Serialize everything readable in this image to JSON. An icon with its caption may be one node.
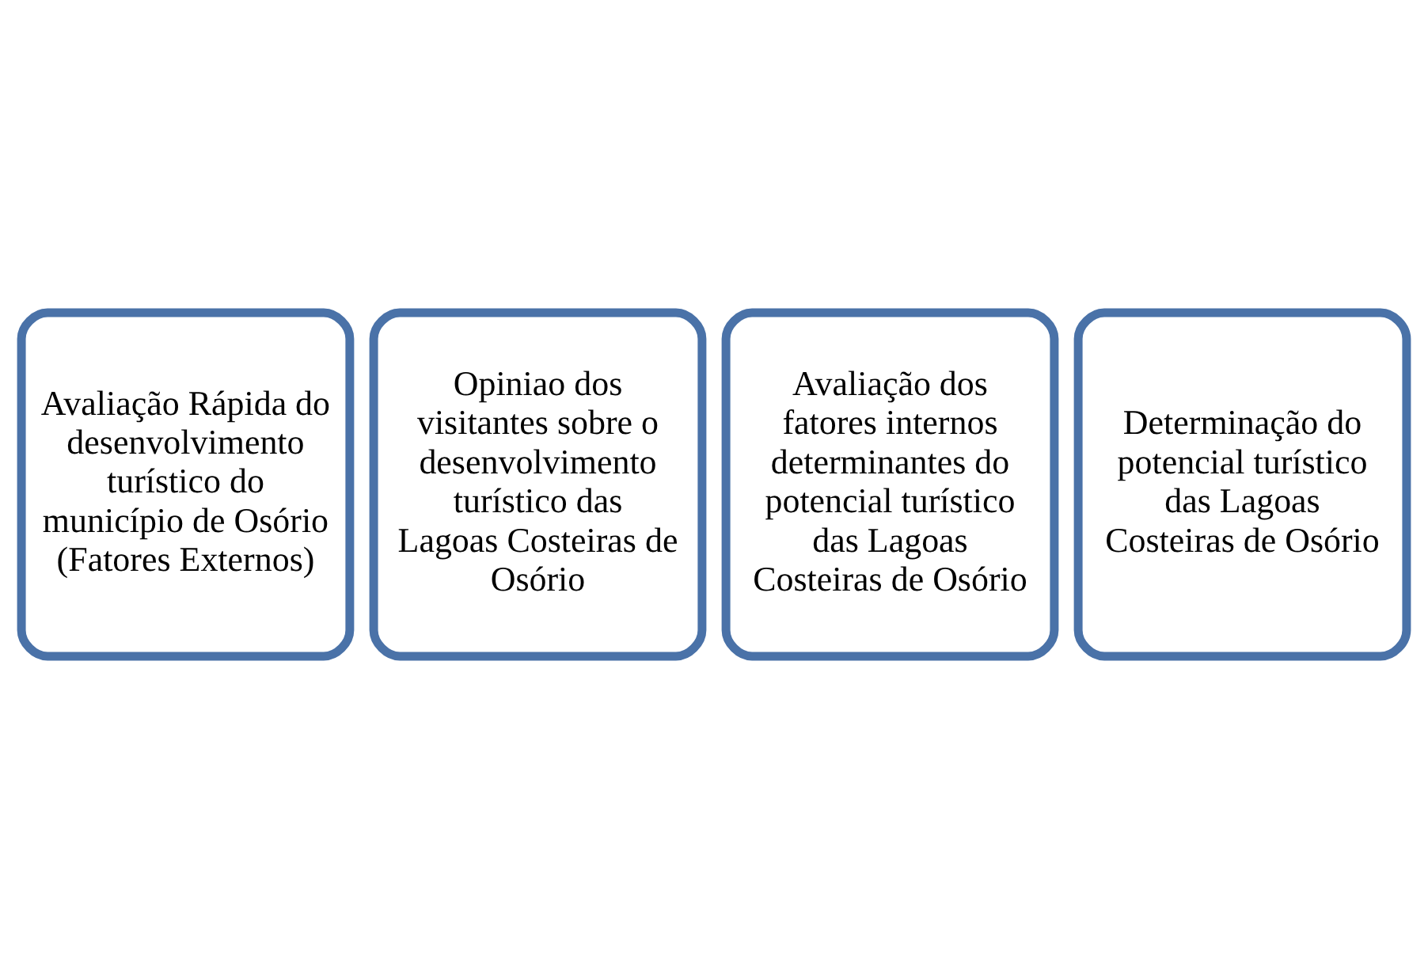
{
  "diagram": {
    "nodes": [
      {
        "text": [
          "Avaliação Rápida do desenvolvimento turístico do município de Osório (Fatores Externos)"
        ]
      },
      {
        "text": [
          "Opiniao dos visitantes sobre o desenvolvimento turístico das Lagoas Costeiras de Osório"
        ]
      },
      {
        "text": [
          "Avaliação dos fatores internos determinantes do potencial turístico das Lagoas Costeiras de Osório"
        ]
      },
      {
        "text": [
          "Determinação do potencial turístico das Lagoas Costeiras de Osório"
        ]
      }
    ]
  }
}
